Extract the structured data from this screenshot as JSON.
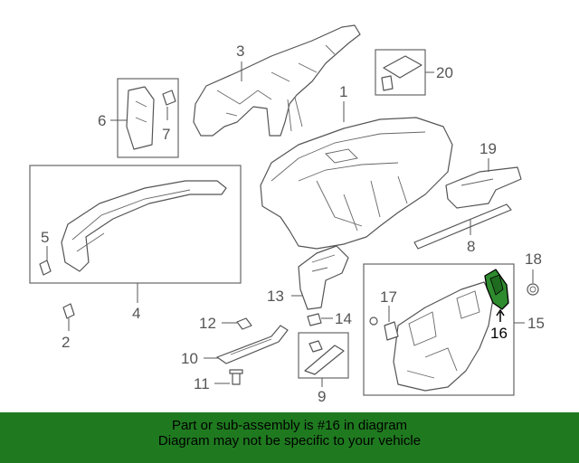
{
  "diagram": {
    "callouts": {
      "c1": "1",
      "c2": "2",
      "c3": "3",
      "c4": "4",
      "c5": "5",
      "c6": "6",
      "c7": "7",
      "c8": "8",
      "c9": "9",
      "c10": "10",
      "c11": "11",
      "c12": "12",
      "c13": "13",
      "c14": "14",
      "c15": "15",
      "c16": "16",
      "c17": "17",
      "c18": "18",
      "c19": "19",
      "c20": "20"
    },
    "highlight_part": "16",
    "highlight_color": "#2e8b2e"
  },
  "banner": {
    "line1": "Part or sub-assembly is #16 in diagram",
    "line2": "Diagram may not be specific to your vehicle",
    "background": "#1f7a1f"
  }
}
